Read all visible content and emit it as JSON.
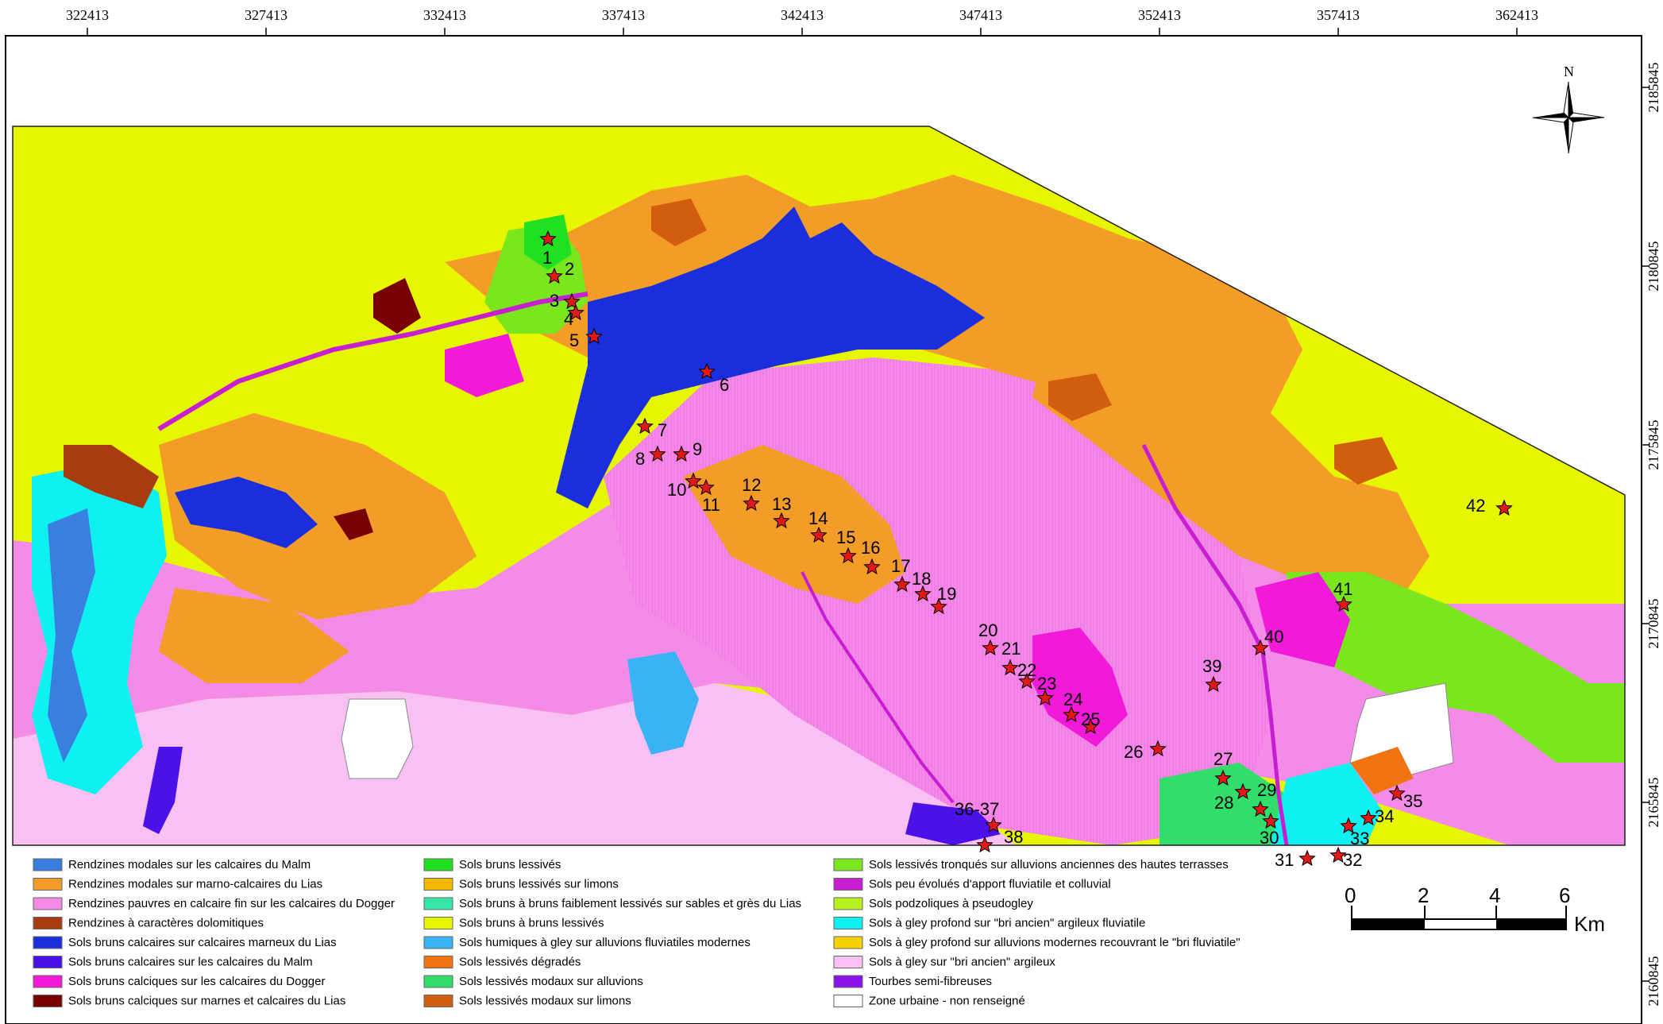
{
  "colors": {
    "rendzine_malm": "#3a7ee0",
    "rendzine_lias": "#f39c27",
    "rendzine_dogger": "#f58be8",
    "rendzine_dolomitique": "#a83c10",
    "brun_calcaire_lias": "#1a2edc",
    "brun_calcaire_malm": "#4a12e8",
    "brun_calcique_dogger": "#f01ad8",
    "brun_calcique_marnes": "#780000",
    "brun_lessive": "#21e021",
    "brun_lessive_limons": "#f3b800",
    "brun_faiblement_lessive": "#37e6a6",
    "brun_a_brun_lessive": "#e6f500",
    "humique_gley": "#38b4f4",
    "lessive_degrade": "#f07510",
    "lessive_alluvions": "#32de6a",
    "lessive_limons": "#d25d0f",
    "lessive_tronque": "#7ae61e",
    "peu_evolue": "#c81ed2",
    "podzolique": "#b8f020",
    "gley_fluviatile": "#0ff0f0",
    "gley_modernes": "#f7d000",
    "gley_argileux": "#f9c0f4",
    "tourbes": "#8b12e8",
    "urbain": "#ffffff",
    "marker": "#e01818"
  },
  "x_axis_ticks": [
    "322413",
    "327413",
    "332413",
    "337413",
    "342413",
    "347413",
    "352413",
    "357413",
    "362413"
  ],
  "y_axis_ticks": [
    "2185845",
    "2180845",
    "2175845",
    "2170845",
    "2165845",
    "2160845"
  ],
  "north_label": "N",
  "scale_bar": {
    "labels": [
      "0",
      "2",
      "4",
      "6"
    ],
    "unit": "Km"
  },
  "sites": [
    {
      "label": "1"
    },
    {
      "label": "2"
    },
    {
      "label": "3"
    },
    {
      "label": "4"
    },
    {
      "label": "5"
    },
    {
      "label": "6"
    },
    {
      "label": "7"
    },
    {
      "label": "8"
    },
    {
      "label": "9"
    },
    {
      "label": "10"
    },
    {
      "label": "11"
    },
    {
      "label": "12"
    },
    {
      "label": "13"
    },
    {
      "label": "14"
    },
    {
      "label": "15"
    },
    {
      "label": "16"
    },
    {
      "label": "17"
    },
    {
      "label": "18"
    },
    {
      "label": "19"
    },
    {
      "label": "20"
    },
    {
      "label": "21"
    },
    {
      "label": "22"
    },
    {
      "label": "23"
    },
    {
      "label": "24"
    },
    {
      "label": "25"
    },
    {
      "label": "26"
    },
    {
      "label": "27"
    },
    {
      "label": "28"
    },
    {
      "label": "29"
    },
    {
      "label": "30"
    },
    {
      "label": "31"
    },
    {
      "label": "32"
    },
    {
      "label": "33"
    },
    {
      "label": "34"
    },
    {
      "label": "35"
    },
    {
      "label": "36-37"
    },
    {
      "label": "38"
    },
    {
      "label": "39"
    },
    {
      "label": "40"
    },
    {
      "label": "41"
    },
    {
      "label": "42"
    }
  ],
  "legend": [
    {
      "label": "Rendzines modales sur les calcaires du Malm",
      "color": "#3a7ee0"
    },
    {
      "label": "Rendzines modales sur marno-calcaires du Lias",
      "color": "#f39c27"
    },
    {
      "label": "Rendzines pauvres en calcaire fin sur les calcaires du Dogger",
      "color": "#f58be8"
    },
    {
      "label": "Rendzines à caractères dolomitiques",
      "color": "#a83c10"
    },
    {
      "label": "Sols bruns calcaires sur calcaires marneux du Lias",
      "color": "#1a2edc"
    },
    {
      "label": "Sols bruns calcaires sur les calcaires du Malm",
      "color": "#4a12e8"
    },
    {
      "label": "Sols bruns calciques sur les calcaires du Dogger",
      "color": "#f01ad8"
    },
    {
      "label": "Sols bruns calciques sur marnes et calcaires du Lias",
      "color": "#780000"
    },
    {
      "label": "Sols bruns lessivés",
      "color": "#21e021"
    },
    {
      "label": "Sols bruns lessivés sur limons",
      "color": "#f3b800"
    },
    {
      "label": "Sols bruns à bruns faiblement lessivés sur sables et grès du Lias",
      "color": "#37e6a6"
    },
    {
      "label": "Sols bruns à bruns lessivés",
      "color": "#e6f500"
    },
    {
      "label": "Sols humiques à gley sur alluvions fluviatiles modernes",
      "color": "#38b4f4"
    },
    {
      "label": "Sols lessivés dégradés",
      "color": "#f07510"
    },
    {
      "label": "Sols lessivés modaux sur alluvions",
      "color": "#32de6a"
    },
    {
      "label": "Sols lessivés modaux sur limons",
      "color": "#d25d0f"
    },
    {
      "label": "Sols lessivés tronqués sur alluvions anciennes des hautes terrasses",
      "color": "#7ae61e"
    },
    {
      "label": "Sols peu évolués d'apport fluviatile et colluvial",
      "color": "#c81ed2"
    },
    {
      "label": "Sols podzoliques à pseudogley",
      "color": "#b8f020"
    },
    {
      "label": "Sols à gley profond sur \"bri ancien\" argileux fluviatile",
      "color": "#0ff0f0"
    },
    {
      "label": "Sols à gley profond sur alluvions modernes recouvrant le \"bri fluviatile\"",
      "color": "#f7d000"
    },
    {
      "label": "Sols à gley sur \"bri ancien\" argileux",
      "color": "#f9c0f4"
    },
    {
      "label": "Tourbes semi-fibreuses",
      "color": "#8b12e8"
    },
    {
      "label": "Zone urbaine - non renseigné",
      "color": "#ffffff"
    }
  ]
}
